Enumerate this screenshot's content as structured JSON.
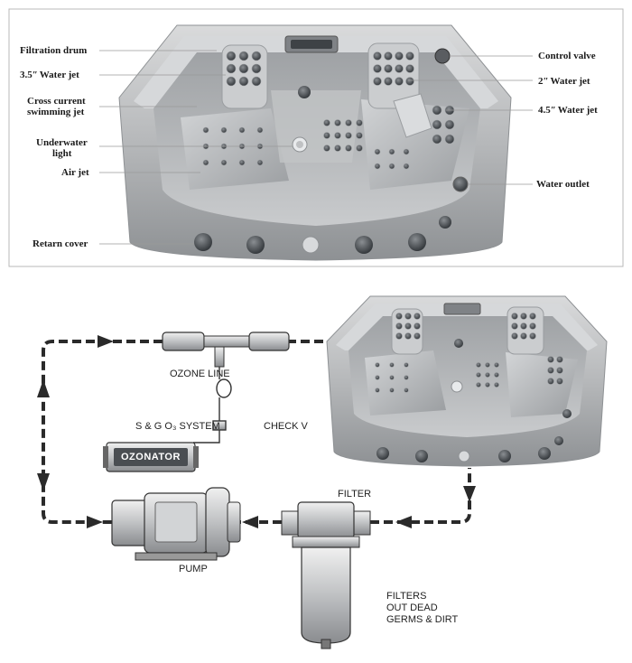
{
  "top_labels": {
    "filtration_drum": "Filtration drum",
    "water_jet_35": "3.5ʺ Water jet",
    "cross_current_1": "Cross current",
    "cross_current_2": "swimming jet",
    "underwater_1": "Underwater",
    "underwater_2": "light",
    "air_jet": "Air jet",
    "retarn_cover": "Retarn cover",
    "control_valve": "Control valve",
    "water_jet_2": "2ʺ Water jet",
    "water_jet_45": "4.5ʺ Water jet",
    "water_outlet": "Water outlet"
  },
  "diagram_labels": {
    "ozone_line": "OZONE LINE",
    "sg_system": "S & G O₃ SYSTEM",
    "check_v": "CHECK V",
    "ozonator": "OZONATOR",
    "filter": "FILTER",
    "pump": "PUMP",
    "filters_note_1": "FILTERS",
    "filters_note_2": "OUT DEAD",
    "filters_note_3": "GERMS & DIRT"
  },
  "colors": {
    "frame_border": "#b9b9b9",
    "tub_shell": "#b4b6b8",
    "tub_shadow": "#7d8083",
    "jet_dark": "#3e4246",
    "pipe_dash": "#2a2a2a",
    "ozonator_fill": "#4a4e52"
  }
}
